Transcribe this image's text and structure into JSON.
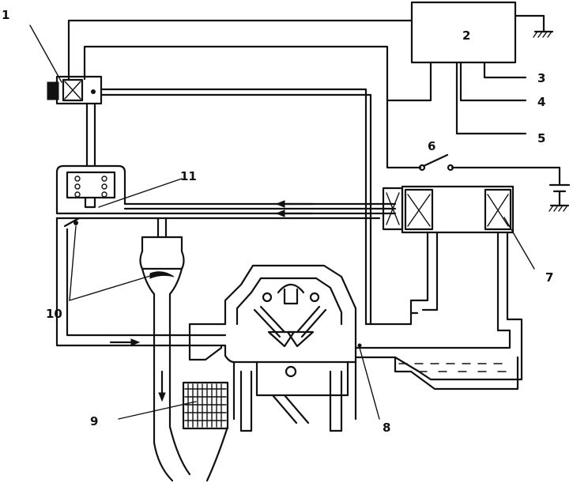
{
  "labels": {
    "l1": "1",
    "l2": "2",
    "l3": "3",
    "l4": "4",
    "l5": "5",
    "l6": "6",
    "l7": "7",
    "l8": "8",
    "l9": "9",
    "l10": "10",
    "l11": "11"
  },
  "icons": {
    "ground": "ground-symbol",
    "battery": "battery-symbol",
    "switch": "switch-symbol",
    "flow": "flow-arrow"
  },
  "colors": {
    "ink": "#111111",
    "paper": "#ffffff"
  }
}
